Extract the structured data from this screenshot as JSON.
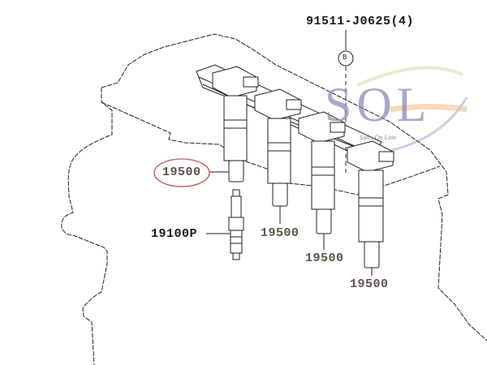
{
  "diagram": {
    "type": "exploded parts diagram",
    "subject": "ignition coil assembly and spark plug on engine cylinder head",
    "labels": {
      "bolt_part": "91511-J0625(4)",
      "reference_marker": "B",
      "ignition_coil_1": "19500",
      "ignition_coil_2": "19500",
      "ignition_coil_3": "19500",
      "ignition_coil_4": "19500",
      "spark_plug": "19100P"
    },
    "highlight": {
      "target": "ignition_coil_1",
      "shape": "ellipse",
      "color": "#c0504d"
    },
    "components": [
      {
        "name": "ignition-coil",
        "part_no": "19500",
        "count": 4
      },
      {
        "name": "spark-plug",
        "part_no": "19100P",
        "count": 1
      },
      {
        "name": "bolt",
        "part_no": "91511-J0625",
        "count": 4
      }
    ]
  },
  "watermark": {
    "logo_text": "SOL",
    "tagline": "Sales On Line",
    "colors": {
      "letters": "#8e8ab8",
      "swoosh_orange": "#f3c08a",
      "swoosh_green": "#c8dca0",
      "swoosh_blue": "#b8c4e0"
    }
  }
}
